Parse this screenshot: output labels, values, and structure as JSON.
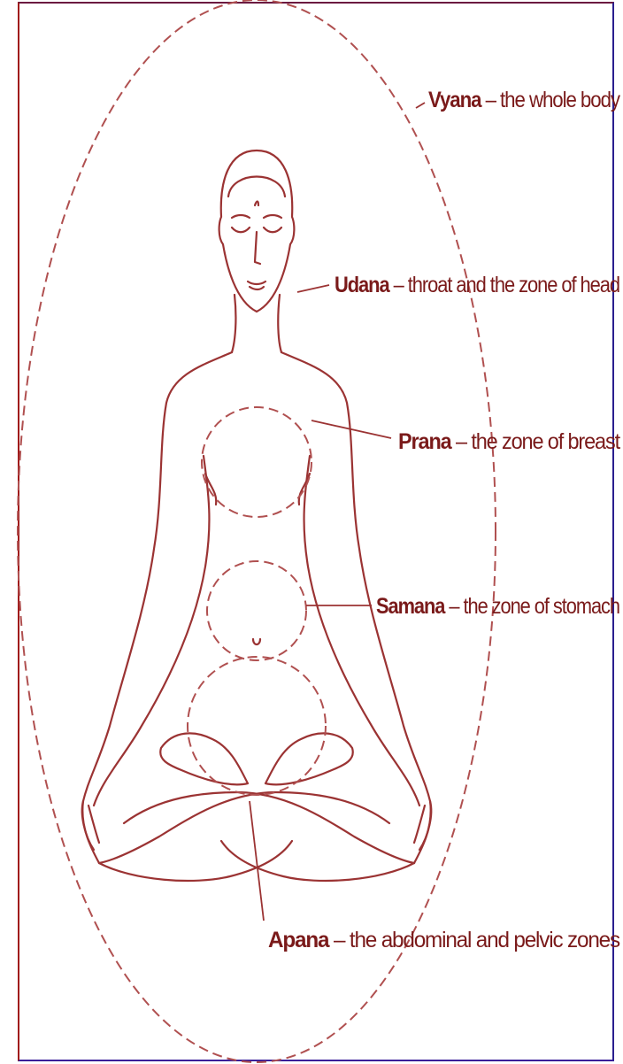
{
  "diagram": {
    "colors": {
      "ink": "#9b3333",
      "text": "#7a1a1a",
      "background": "#ffffff"
    },
    "labels": [
      {
        "name": "Vyana",
        "desc": "the whole body"
      },
      {
        "name": "Udana",
        "desc": "throat and the zone of head"
      },
      {
        "name": "Prana",
        "desc": "the zone of breast"
      },
      {
        "name": "Samana",
        "desc": "the zone of stomach"
      },
      {
        "name": "Apana",
        "desc": "the abdominal and pelvic zones"
      }
    ]
  }
}
